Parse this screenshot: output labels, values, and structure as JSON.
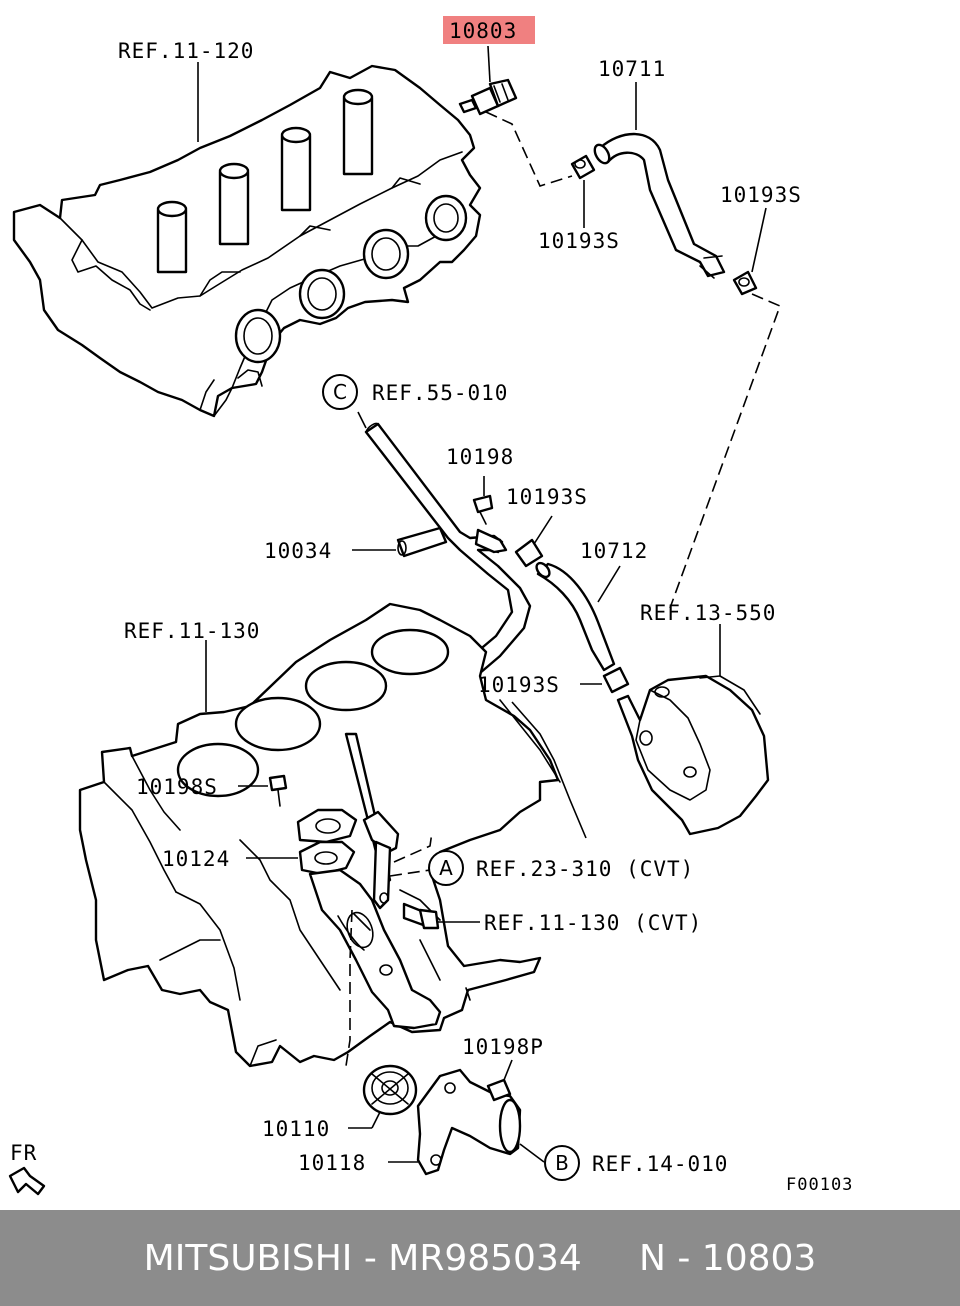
{
  "diagram": {
    "highlight_color": "#f08080",
    "labels": {
      "ref_11_120": "REF.11-120",
      "p10803": "10803",
      "p10711": "10711",
      "p10193s_a": "10193S",
      "p10193s_b": "10193S",
      "p10193s_c": "10193S",
      "p10193s_d": "10193S",
      "ref_55_010": "REF.55-010",
      "p10198": "10198",
      "p10034": "10034",
      "p10712": "10712",
      "ref_13_550": "REF.13-550",
      "ref_11_130": "REF.11-130",
      "p10198s": "10198S",
      "p10124": "10124",
      "ref_23_310": "REF.23-310 (CVT)",
      "ref_11_130_cvt": "REF.11-130 (CVT)",
      "p10198p": "10198P",
      "p10110": "10110",
      "p10118": "10118",
      "ref_14_010": "REF.14-010",
      "fr": "FR",
      "fig_code": "F00103"
    },
    "callouts": {
      "c": "C",
      "a": "A",
      "b": "B"
    }
  },
  "footer": {
    "text": "MITSUBISHI - MR985034     N - 10803",
    "background": "#8c8c8c"
  }
}
